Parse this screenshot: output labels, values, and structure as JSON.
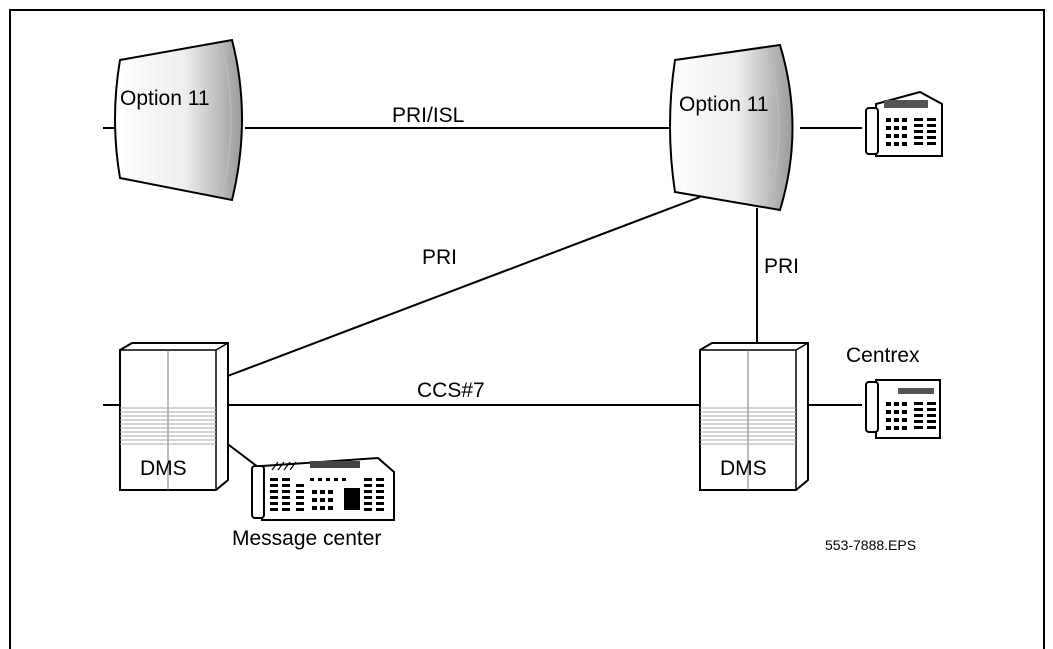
{
  "nodes": {
    "option11_left": "Option 11",
    "option11_right": "Option 11",
    "dms_left": "DMS",
    "dms_right": "DMS"
  },
  "links": {
    "pri_isl": "PRI/ISL",
    "pri_diagonal": "PRI",
    "pri_vertical": "PRI",
    "ccs7": "CCS#7"
  },
  "phones": {
    "centrex_label": "Centrex",
    "message_center_label": "Message center"
  },
  "figure_id": "553-7888.EPS"
}
